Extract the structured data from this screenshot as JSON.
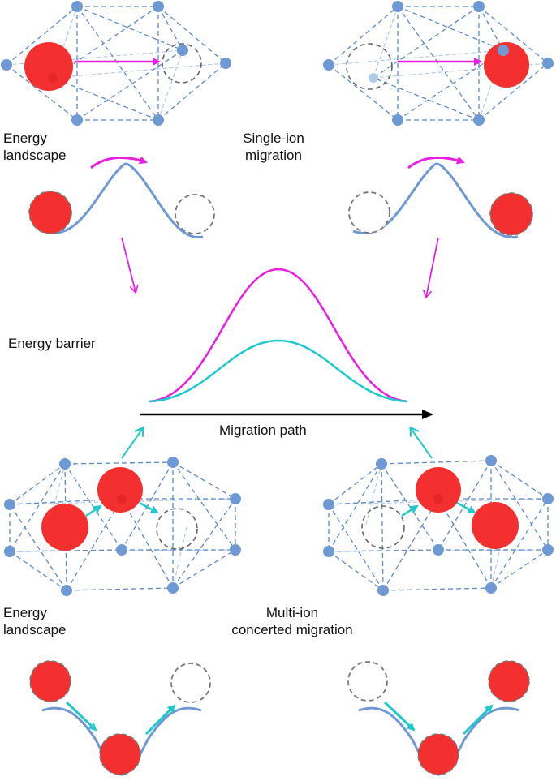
{
  "labels": {
    "energy_landscape_top_1": "Energy",
    "energy_landscape_top_2": "landscape",
    "single_ion_1": "Single-ion",
    "single_ion_2": "migration",
    "energy_barrier": "Energy barrier",
    "migration_path": "Migration path",
    "energy_landscape_bottom_1": "Energy",
    "energy_landscape_bottom_2": "landscape",
    "multi_ion_1": "Multi-ion",
    "multi_ion_2": "concerted migration"
  },
  "colors": {
    "ion_red": "#f42f2f",
    "lattice_blue": "#6f99d4",
    "lattice_line": "#5e8ac6",
    "lattice_line_light": "#b4cbe8",
    "single_ion_path": "#e81ee3",
    "concerted_path": "#1ec8cc",
    "vacancy_dash": "#777777",
    "axis_black": "#000000"
  },
  "icons": {
    "ion": "red-ion-circle",
    "vacancy": "dashed-vacancy-circle",
    "lattice_site": "blue-site-dot"
  }
}
